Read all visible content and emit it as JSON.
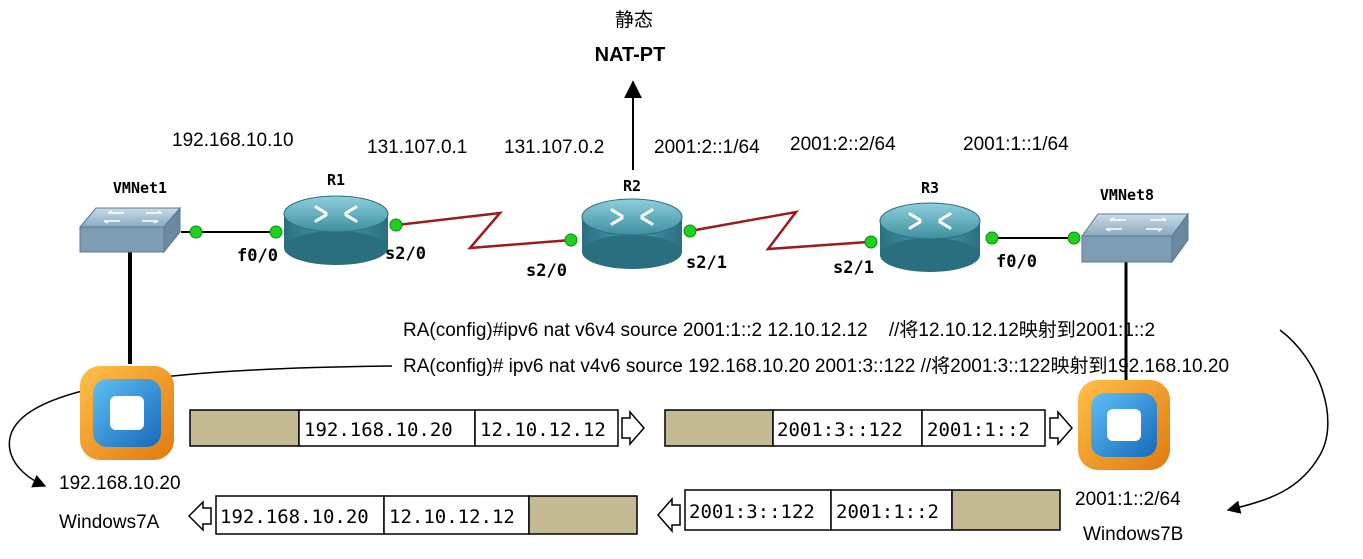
{
  "title": {
    "line1": "静态",
    "line2": "NAT-PT"
  },
  "ip_labels": {
    "vmnet1_ip": "192.168.10.10",
    "r1_s20": "131.107.0.1",
    "r2_s20": "131.107.0.2",
    "r2_s21": "2001:2::1/64",
    "r3_s21": "2001:2::2/64",
    "r3_f00": "2001:1::1/64"
  },
  "devices": {
    "vmnet1": "VMNet1",
    "r1": "R1",
    "r2": "R2",
    "r3": "R3",
    "vmnet8": "VMNet8"
  },
  "ports": {
    "r1_f00": "f0/0",
    "r1_s20": "s2/0",
    "r2_s20": "s2/0",
    "r2_s21": "s2/1",
    "r3_s21": "s2/1",
    "r3_f00": "f0/0"
  },
  "commands": [
    "RA(config)#ipv6 nat v6v4 source 2001:1::2 12.10.12.12    //将12.10.12.12映射到2001:1::2",
    "RA(config)# ipv6 nat v4v6 source 192.168.10.20 2001:3::122 //将2001:3::122映射到192.168.10.20"
  ],
  "hosts": {
    "left": {
      "ip": "192.168.10.20",
      "name": "Windows7A"
    },
    "right": {
      "ip": "2001:1::2/64",
      "name": "Windows7B"
    }
  },
  "packets": {
    "top_left": [
      "192.168.10.20",
      "12.10.12.12"
    ],
    "top_right": [
      "2001:3::122",
      "2001:1::2"
    ],
    "bottom_right": [
      "2001:3::122",
      "2001:1::2"
    ],
    "bottom_left": [
      "192.168.10.20",
      "12.10.12.12"
    ]
  },
  "colors": {
    "serial_link": "#9b1c1c",
    "port_dot": "#1fd01f",
    "router_body": "#3d8fa0",
    "switch_body": "#8aa9bf",
    "packet_fill": "#c4bb95",
    "host_orange": "#f39a1b",
    "host_blue": "#1f86d6"
  }
}
